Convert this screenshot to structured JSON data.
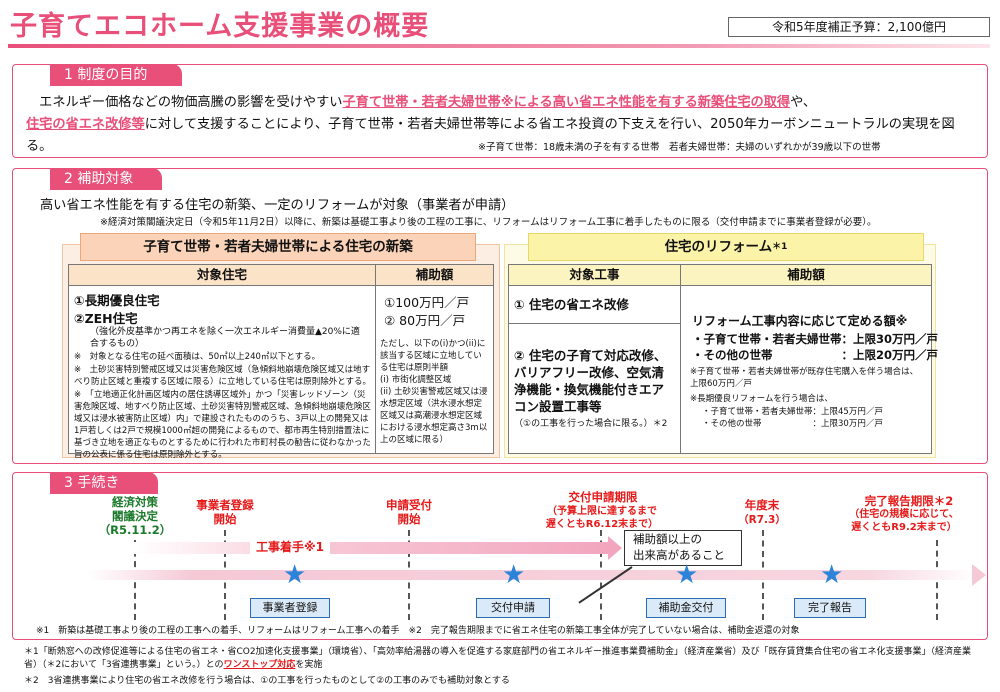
{
  "header": {
    "title": "子育てエコホーム支援事業の概要",
    "budget": "令和5年度補正予算：2,100億円"
  },
  "section1": {
    "tab": "1  制度の目的",
    "p_a": "　エネルギー価格などの物価高騰の影響を受けやすい",
    "p_b": "子育て世帯・若者夫婦世帯※による高い省エネ性能を有する新築住宅の取得",
    "p_c": "や、",
    "p_d": "住宅の省エネ改修等",
    "p_e": "に対して支援することにより、子育て世帯・若者夫婦世帯等による省エネ投資の下支えを行い、2050年カーボンニュートラルの実現を図る。",
    "note": "※子育て世帯：18歳未満の子を有する世帯　若者夫婦世帯：夫婦のいずれかが39歳以下の世帯"
  },
  "section2": {
    "tab": "2  補助対象",
    "lead": "高い省エネ性能を有する住宅の新築、一定のリフォームが対象（事業者が申請）",
    "note": "※経済対策閣議決定日（令和5年11月2日）以降に、新築は基礎工事より後の工程の工事に、リフォームはリフォーム工事に着手したものに限る（交付申請までに事業者登録が必要）。",
    "left": {
      "head": "子育て世帯・若者夫婦世帯による住宅の新築",
      "col1": "対象住宅",
      "col2": "補助額",
      "item1": "①長期優良住宅",
      "item2": "②ZEH住宅",
      "item2_sub": "（強化外皮基準かつ再エネを除く一次エネルギー消費量▲20%に適合するもの）",
      "n1": "※　対象となる住宅の延べ面積は、50㎡以上240㎡以下とする。",
      "n2": "※　土砂災害特別警戒区域又は災害危険区域（急傾斜地崩壊危険区域又は地すべり防止区域と重複する区域に限る）に立地している住宅は原則除外とする。",
      "n3": "※　「立地適正化計画区域内の居住誘導区域外」かつ「災害レッドゾーン（災害危険区域、地すべり防止区域、土砂災害特別警戒区域、急傾斜地崩壊危険区域又は浸水被害防止区域）内」で建設されたもののうち、3戸以上の開発又は1戸若しくは2戸で規模1000㎡超の開発によるもので、都市再生特別措置法に基づき立地を適正なものとするために行われた市町村長の勧告に従わなかった旨の公表に係る住宅は原則除外とする。",
      "amt1": "①100万円／戸",
      "amt2": "②  80万円／戸",
      "amt_note": "ただし、以下の(i)かつ(ii)に該当する区域に立地している住宅は原則半額\n(i)  市街化調整区域\n(ii)  土砂災害警戒区域又は浸水想定区域（洪水浸水想定区域又は高潮浸水想定区域における浸水想定高さ3m以上の区域に限る）"
    },
    "right": {
      "head": "住宅のリフォーム",
      "head_mark": "＊1",
      "col1": "対象工事",
      "col2": "補助額",
      "w1": "① 住宅の省エネ改修",
      "w2": "② 住宅の子育て対応改修、バリアフリー改修、空気清浄機能・換気機能付きエアコン設置工事等",
      "w2_note": "（①の工事を行った場合に限る。）＊2",
      "a_head": "リフォーム工事内容に応じて定める額※",
      "a1": "・子育て世帯・若者夫婦世帯：上限30万円／戸",
      "a2": "・その他の世帯　　　　　　：上限20万円／戸",
      "a_note1": "※子育て世帯・若者夫婦世帯が既存住宅購入を伴う場合は、上限60万円／戸",
      "a_note2": "※長期優良リフォームを行う場合は、",
      "a_note3": "・子育て世帯・若者夫婦世帯：上限45万円／戸",
      "a_note4": "・その他の世帯　　　　　　：上限30万円／戸"
    }
  },
  "section3": {
    "tab": "3  手続き",
    "m1": "経済対策\n閣議決定\n（R5.11.2）",
    "m2": "事業者登録\n開始",
    "m3": "申請受付\n開始",
    "m4a": "交付申請期限",
    "m4b": "（予算上限に達するまで\n遅くともR6.12末まで）",
    "m5a": "年度末",
    "m5b": "（R7.3）",
    "m6a": "完了報告期限＊2",
    "m6b": "（住宅の規模に応じて、\n遅くともR9.2末まで）",
    "arrow": "工事着手※1",
    "callout": "補助額以上の\n出来高があること",
    "s1": "事業者登録",
    "s2": "交付申請",
    "s3": "補助金交付",
    "s4": "完了報告"
  },
  "footnotes": {
    "f1": "※1　新築は基礎工事より後の工程の工事への着手、リフォームはリフォーム工事への着手　※2　完了報告期限までに省エネ住宅の新築工事全体が完了していない場合は、補助金返還の対象",
    "f2a": "＊1「断熱窓への改修促進等による住宅の省エネ・省CO2加速化支援事業」（環境省）、「高効率給湯器の導入を促進する家庭部門の省エネルギー推進事業費補助金」（経済産業省）及び「既存賃貸集合住宅の省エネ化支援事業」（経済産業省）（＊2において「3省連携事業」という。）との",
    "f2b": "ワンストップ対応",
    "f2c": "を実施",
    "f3": "＊2　3省連携事業により住宅の省エネ改修を行う場合は、①の工事を行ったものとして②の工事のみでも補助対象とする"
  },
  "colors": {
    "accent": "#e8507a",
    "star": "#2b84d8",
    "red": "#e51a1a"
  }
}
